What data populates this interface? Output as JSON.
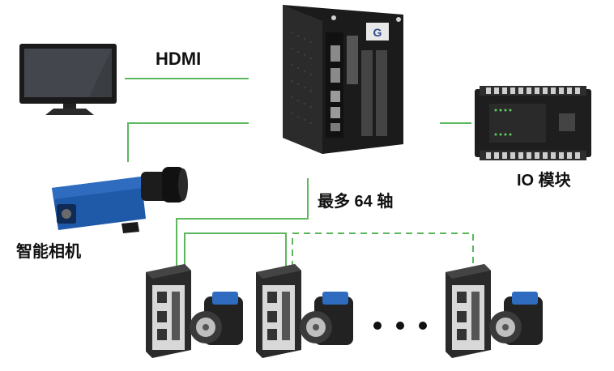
{
  "labels": {
    "hdmi": "HDMI",
    "max_axes": "最多 64 轴",
    "io_module": "IO 模块",
    "smart_camera": "智能相机"
  },
  "colors": {
    "line": "#5cb85c",
    "device_dark": "#1e1e1e",
    "camera_blue": "#1f5aa8"
  },
  "icons": [
    "monitor-icon",
    "industrial-pc-icon",
    "io-module-icon",
    "smart-camera-icon",
    "servo-drive-icon",
    "servo-motor-icon",
    "ellipsis-icon"
  ]
}
